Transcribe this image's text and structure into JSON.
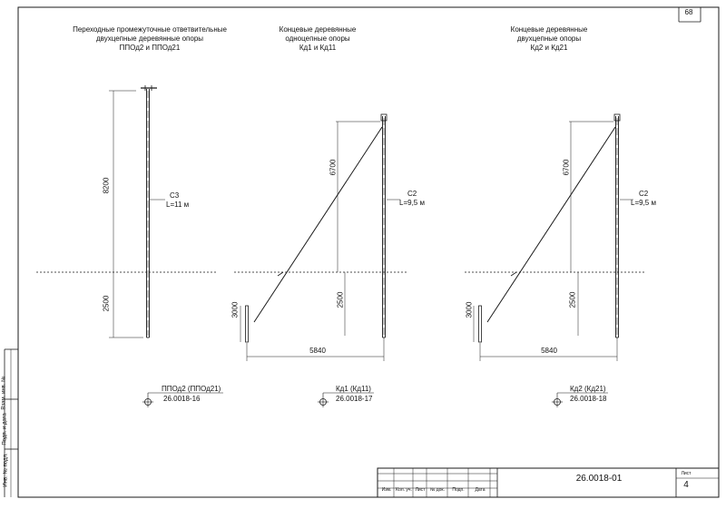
{
  "page_number": "68",
  "groups": [
    {
      "title": [
        "Переходные промежуточные ответвительные",
        "двухцепные деревянные опоры",
        "ППОд2 и ППОд21"
      ],
      "height_above": "8200",
      "height_below": "2500",
      "cable_label": "С3",
      "length_label": "L=11 м",
      "ref_name": "ППОд2 (ППОд21)",
      "ref_doc": "26.0018-16"
    },
    {
      "title": [
        "Концевые деревянные",
        "одноцепные опоры",
        "Кд1 и Кд11"
      ],
      "height_above": "6700",
      "height_below": "2500",
      "anchor_depth": "3000",
      "span": "5840",
      "cable_label": "С2",
      "length_label": "L=9,5 м",
      "ref_name": "Кд1 (Кд11)",
      "ref_doc": "26.0018-17"
    },
    {
      "title": [
        "Концевые деревянные",
        "двухцепные опоры",
        "Кд2 и Кд21"
      ],
      "height_above": "6700",
      "height_below": "2500",
      "anchor_depth": "3000",
      "span": "5840",
      "cable_label": "С2",
      "length_label": "L=9,5 м",
      "ref_name": "Кд2 (Кд21)",
      "ref_doc": "26.0018-18"
    }
  ],
  "title_block": {
    "doc_code": "26.0018-01",
    "sheet_label": "Лист",
    "sheet_number": "4",
    "columns": [
      "Изм.",
      "Кол. уч.",
      "Лист",
      "№ док.",
      "Подп.",
      "Дата"
    ]
  },
  "side_stamp": [
    "Взам. инв. №",
    "Подп. и дата",
    "Инв. № подл."
  ]
}
